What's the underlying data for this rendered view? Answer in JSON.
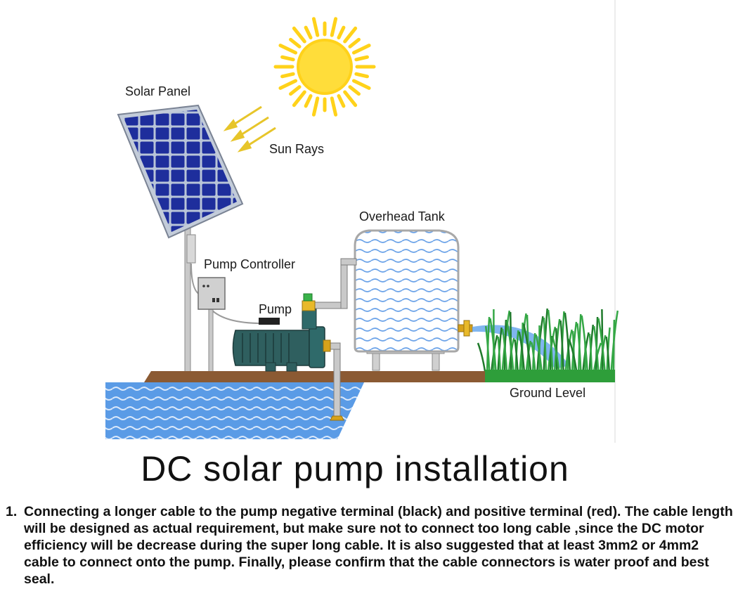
{
  "labels": {
    "solar_panel": "Solar Panel",
    "sun_rays": "Sun Rays",
    "overhead_tank": "Overhead Tank",
    "pump_controller": "Pump Controller",
    "pump": "Pump",
    "ground_level": "Ground Level"
  },
  "title": "DC solar pump installation",
  "notes": [
    {
      "number": "1.",
      "text": "Connecting a longer cable to the pump negative terminal (black) and positive terminal (red). The cable length will be designed as actual requirement, but make sure not to connect too long cable ,since the DC motor efficiency will be decrease during the super long cable. It is also suggested that at least 3mm2 or 4mm2 cable to connect onto the pump. Finally, please confirm that the cable connectors is water proof and best seal."
    }
  ],
  "colors": {
    "sun": "#FFD21A",
    "panel_cell": "#1E2E9C",
    "water": "#4C8FDE",
    "ground": "#8B5A33",
    "grass": "#2E9E3A",
    "pump_body": "#2F5F5F"
  }
}
